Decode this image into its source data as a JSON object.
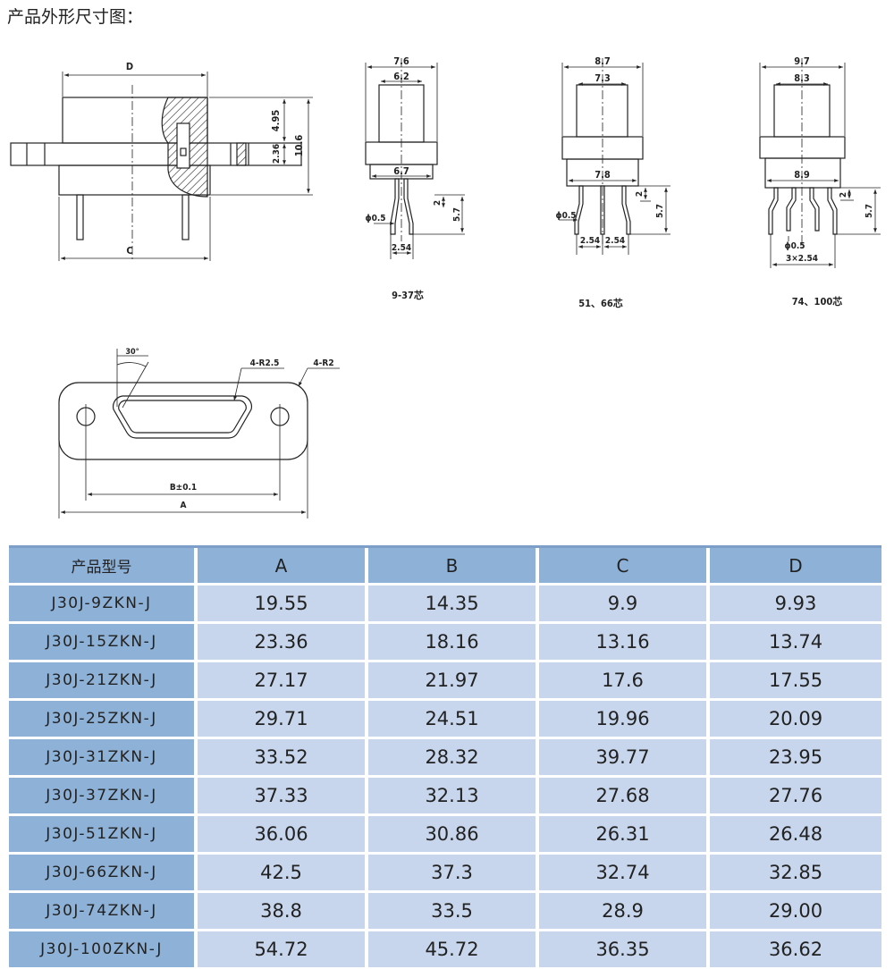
{
  "page_title": "产品外形尺寸图：",
  "drawings": {
    "side_view": {
      "dims": {
        "D": "D",
        "C": "C",
        "h1": "4.95",
        "h2": "2.36",
        "h3": "10.6"
      }
    },
    "views": [
      {
        "top_width": "7.6",
        "inner_width": "6.2",
        "lower_width": "6.7",
        "pin_height": "2",
        "total_height": "5.7",
        "pin_dia": "ϕ0.5",
        "pitch_a": "2.54",
        "caption": "9-37芯"
      },
      {
        "top_width": "8.7",
        "inner_width": "7.3",
        "lower_width": "7.8",
        "pin_height": "2",
        "total_height": "5.7",
        "pin_dia": "ϕ0.5",
        "pitch_a": "2.54",
        "pitch_b": "2.54",
        "caption": "51、66芯"
      },
      {
        "top_width": "9.7",
        "inner_width": "8.3",
        "lower_width": "8.9",
        "pin_height": "2",
        "total_height": "5.7",
        "pin_dia": "ϕ0.5",
        "pitch_a": "3×2.54",
        "caption": "74、100芯"
      }
    ],
    "front_view": {
      "angle": "30°",
      "r_inner": "4-R2.5",
      "r_outer": "4-R2",
      "dim_b": "B±0.1",
      "dim_a": "A"
    }
  },
  "table": {
    "headers": [
      "产品型号",
      "A",
      "B",
      "C",
      "D"
    ],
    "rows": [
      [
        "J30J-9ZKN-J",
        "19.55",
        "14.35",
        "9.9",
        "9.93"
      ],
      [
        "J30J-15ZKN-J",
        "23.36",
        "18.16",
        "13.16",
        "13.74"
      ],
      [
        "J30J-21ZKN-J",
        "27.17",
        "21.97",
        "17.6",
        "17.55"
      ],
      [
        "J30J-25ZKN-J",
        "29.71",
        "24.51",
        "19.96",
        "20.09"
      ],
      [
        "J30J-31ZKN-J",
        "33.52",
        "28.32",
        "39.77",
        "23.95"
      ],
      [
        "J30J-37ZKN-J",
        "37.33",
        "32.13",
        "27.68",
        "27.76"
      ],
      [
        "J30J-51ZKN-J",
        "36.06",
        "30.86",
        "26.31",
        "26.48"
      ],
      [
        "J30J-66ZKN-J",
        "42.5",
        "37.3",
        "32.74",
        "32.85"
      ],
      [
        "J30J-74ZKN-J",
        "38.8",
        "33.5",
        "28.9",
        "29.00"
      ],
      [
        "J30J-100ZKN-J",
        "54.72",
        "45.72",
        "36.35",
        "36.62"
      ]
    ]
  }
}
